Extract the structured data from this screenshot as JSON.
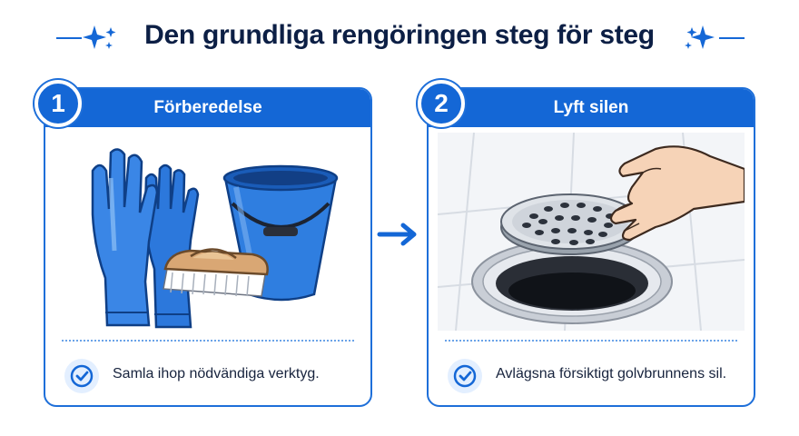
{
  "header": {
    "title": "Den grundliga rengöringen steg för steg"
  },
  "steps": [
    {
      "number": "1",
      "title": "Förberedelse",
      "note": "Samla ihop nödvändiga verktyg."
    },
    {
      "number": "2",
      "title": "Lyft silen",
      "note": "Avlägsna försiktigt golvbrunnens sil."
    }
  ],
  "colors": {
    "accent": "#1467d6",
    "title": "#0c1f45",
    "light": "#e3efff"
  },
  "icons": [
    "sparkle-icon",
    "check-circle-icon",
    "arrow-right-icon"
  ]
}
